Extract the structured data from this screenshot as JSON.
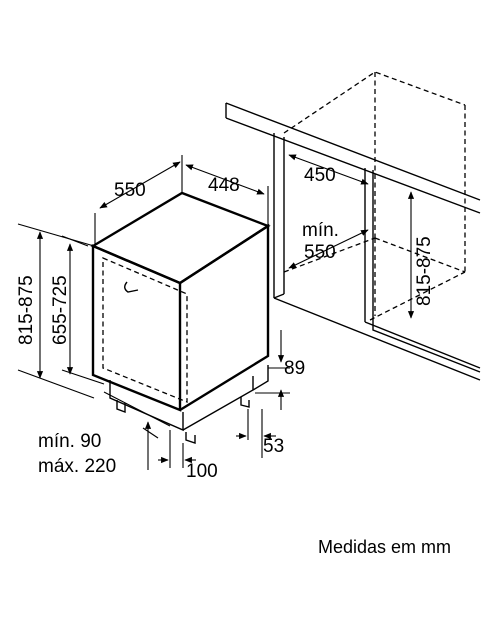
{
  "dimensions": {
    "depth_appliance": "550",
    "width_appliance": "448",
    "niche_width": "450",
    "niche_depth_min_label": "mín.",
    "niche_depth_min_value": "550",
    "niche_height": "815-875",
    "appliance_height": "815-875",
    "appliance_body_height": "655-725",
    "plinth_height": "89",
    "plinth_recess": "53",
    "plinth_offset": "100",
    "door_gap_min": "mín. 90",
    "door_gap_max": "máx. 220"
  },
  "caption": "Medidas em mm"
}
